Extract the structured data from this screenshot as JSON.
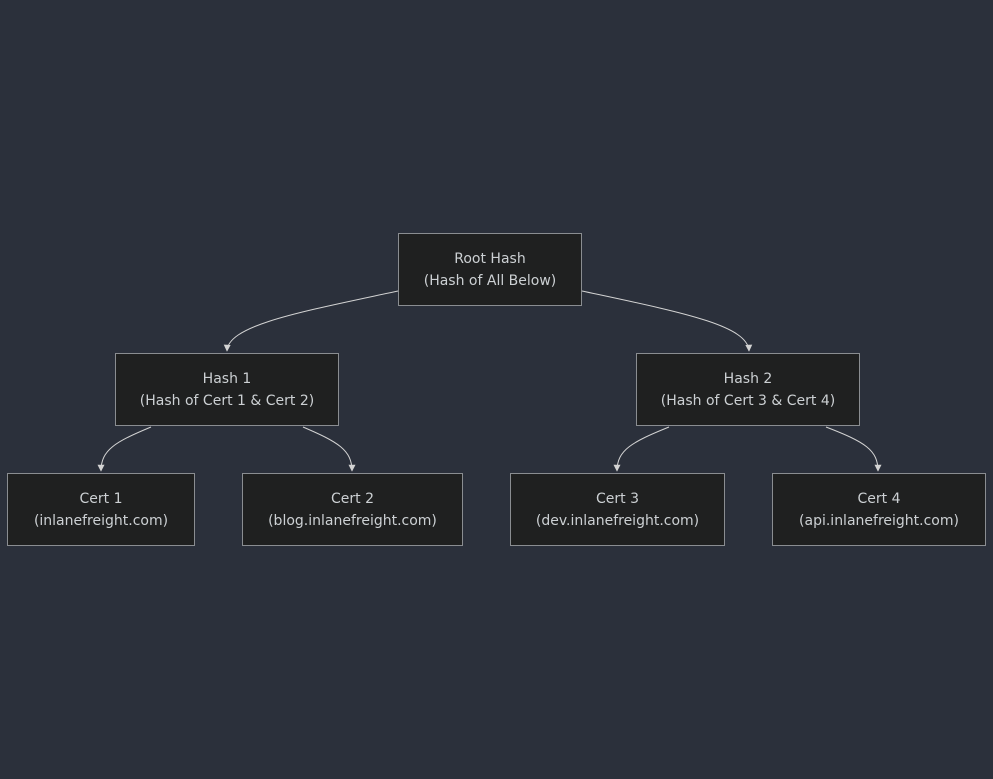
{
  "diagram": {
    "colors": {
      "background": "#2b303b",
      "node_fill": "#1f2020",
      "node_border": "#8a8d91",
      "text": "#ccd0d3",
      "edge": "#d3d3d3"
    },
    "nodes": {
      "root": {
        "title": "Root Hash",
        "subtitle": "(Hash of All Below)"
      },
      "hash1": {
        "title": "Hash 1",
        "subtitle": "(Hash of Cert 1 & Cert 2)"
      },
      "hash2": {
        "title": "Hash 2",
        "subtitle": "(Hash of Cert 3 & Cert 4)"
      },
      "cert1": {
        "title": "Cert 1",
        "subtitle": "(inlanefreight.com)"
      },
      "cert2": {
        "title": "Cert 2",
        "subtitle": "(blog.inlanefreight.com)"
      },
      "cert3": {
        "title": "Cert 3",
        "subtitle": "(dev.inlanefreight.com)"
      },
      "cert4": {
        "title": "Cert 4",
        "subtitle": "(api.inlanefreight.com)"
      }
    },
    "edges": [
      {
        "from": "root",
        "to": "hash1"
      },
      {
        "from": "root",
        "to": "hash2"
      },
      {
        "from": "hash1",
        "to": "cert1"
      },
      {
        "from": "hash1",
        "to": "cert2"
      },
      {
        "from": "hash2",
        "to": "cert3"
      },
      {
        "from": "hash2",
        "to": "cert4"
      }
    ]
  }
}
